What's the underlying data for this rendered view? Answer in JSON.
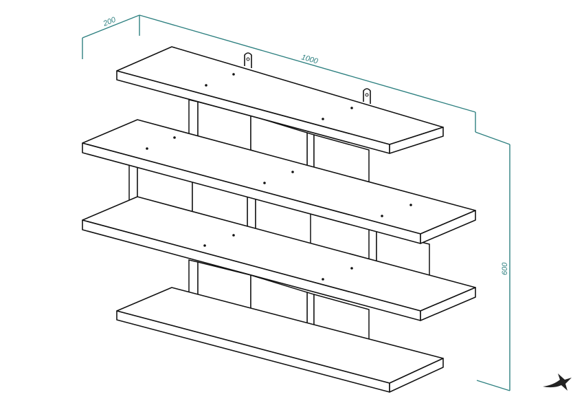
{
  "diagram": {
    "subject": "shelf",
    "dimensions": {
      "depth": "200",
      "width": "1000",
      "height": "600"
    },
    "colors": {
      "dimension_line": "#2e8080",
      "outline": "#111111"
    }
  }
}
